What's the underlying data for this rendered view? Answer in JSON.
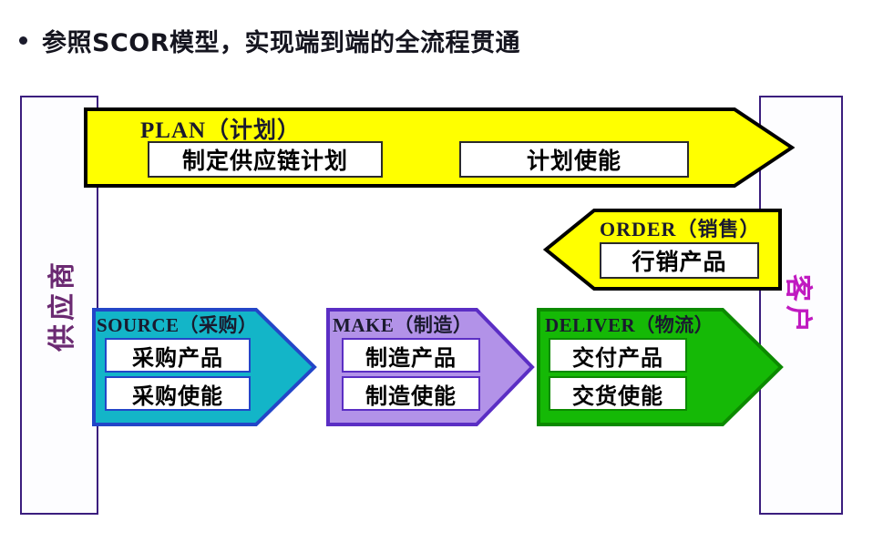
{
  "slide": {
    "title": "参照SCOR模型，实现端到端的全流程贯通",
    "bullet": "bullet-dot"
  },
  "frames": {
    "supplier": {
      "label": "供应商",
      "color": "#6b2a72",
      "border": "#3b1e7e"
    },
    "customer": {
      "label": "客户",
      "color": "#c01ac0",
      "border": "#3b1e7e"
    }
  },
  "processes": {
    "plan": {
      "title": "PLAN（计划）",
      "fill": "#FFFF00",
      "stroke": "#000000",
      "direction": "right",
      "boxes": [
        "制定供应链计划",
        "计划使能"
      ]
    },
    "order": {
      "title": "ORDER（销售）",
      "fill": "#FFFF00",
      "stroke": "#000000",
      "direction": "left",
      "boxes": [
        "行销产品"
      ]
    },
    "source": {
      "title": "SOURCE（采购）",
      "fill": "#13B5C8",
      "stroke": "#2346c8",
      "direction": "right",
      "boxes": [
        "采购产品",
        "采购使能"
      ]
    },
    "make": {
      "title": "MAKE（制造）",
      "fill": "#B292E8",
      "stroke": "#5b2ec4",
      "direction": "right",
      "boxes": [
        "制造产品",
        "制造使能"
      ]
    },
    "deliver": {
      "title": "DELIVER（物流）",
      "fill": "#15B906",
      "stroke": "#0c8a00",
      "direction": "right",
      "boxes": [
        "交付产品",
        "交货使能"
      ]
    }
  },
  "chart_data": {
    "type": "diagram",
    "title": "参照SCOR模型，实现端到端的全流程贯通",
    "diagram_kind": "SCOR supply-chain process flow",
    "endpoints": [
      "供应商",
      "客户"
    ],
    "flows": [
      {
        "name": "PLAN（计划）",
        "direction": "supplier-to-customer",
        "color": "#FFFF00",
        "sub_processes": [
          "制定供应链计划",
          "计划使能"
        ]
      },
      {
        "name": "ORDER（销售）",
        "direction": "customer-to-supplier",
        "color": "#FFFF00",
        "sub_processes": [
          "行销产品"
        ]
      },
      {
        "name": "SOURCE（采购）",
        "direction": "supplier-to-customer",
        "color": "#13B5C8",
        "sub_processes": [
          "采购产品",
          "采购使能"
        ]
      },
      {
        "name": "MAKE（制造）",
        "direction": "supplier-to-customer",
        "color": "#B292E8",
        "sub_processes": [
          "制造产品",
          "制造使能"
        ]
      },
      {
        "name": "DELIVER（物流）",
        "direction": "supplier-to-customer",
        "color": "#15B906",
        "sub_processes": [
          "交付产品",
          "交货使能"
        ]
      }
    ]
  }
}
